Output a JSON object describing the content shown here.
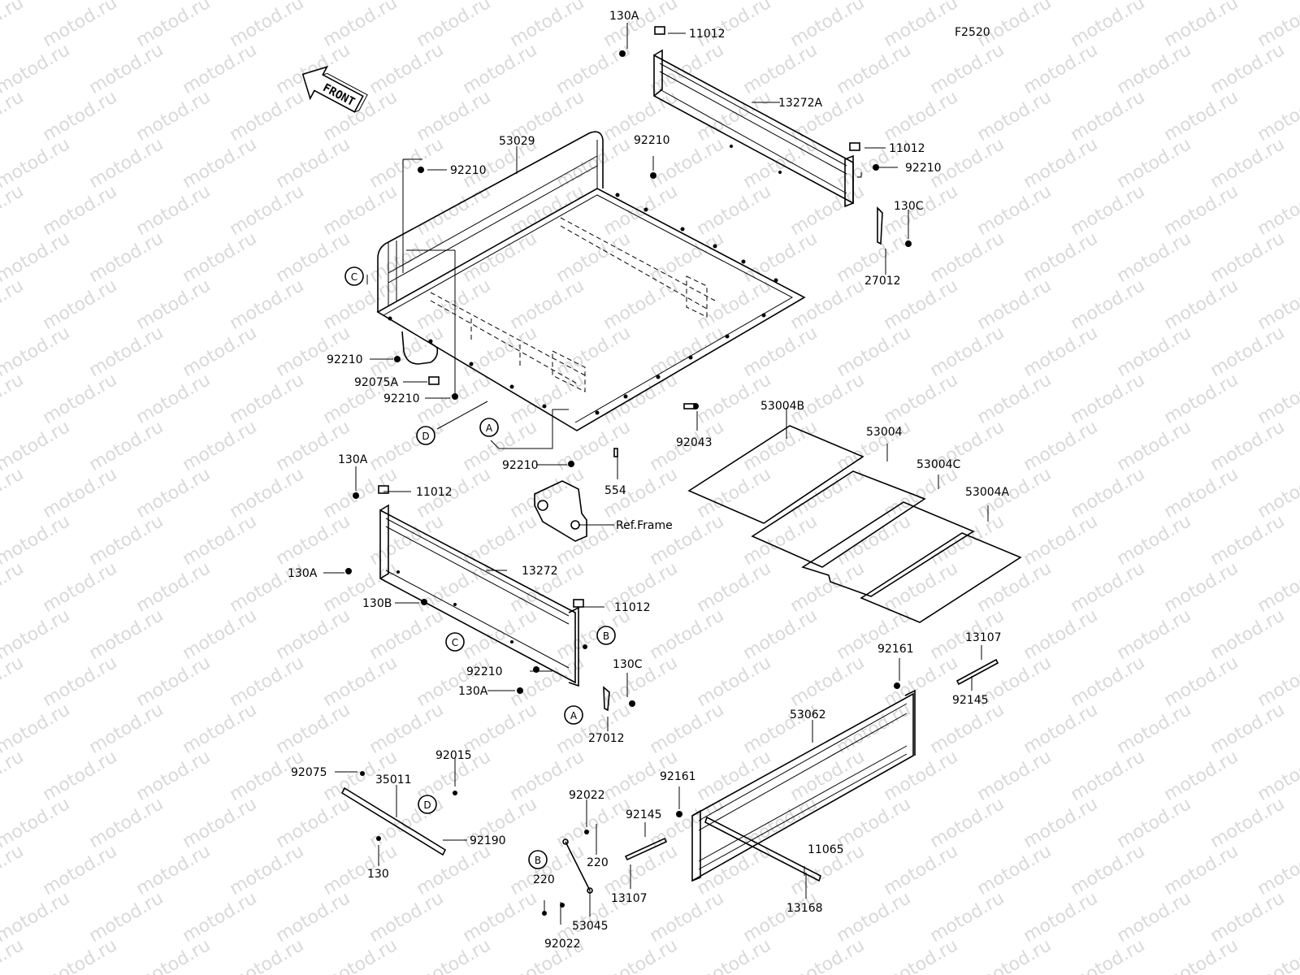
{
  "figure_code": "F2520",
  "front_arrow_label": "FRONT",
  "watermark_text": "motod.ru",
  "reference_letters": {
    "A": "A",
    "B": "B",
    "C": "C",
    "D": "D"
  },
  "labels": {
    "p130A_top": "130A",
    "p11012_top": "11012",
    "p13272A": "13272A",
    "p92210_mid": "92210",
    "p11012_right": "11012",
    "p92210_right": "92210",
    "p130C_right": "130C",
    "p27012_right": "27012",
    "p53029": "53029",
    "p92210_left": "92210",
    "p92210_lower1": "92210",
    "p92075A": "92075A",
    "p92210_lower2": "92210",
    "p92210_lower3": "92210",
    "p92043": "92043",
    "p554": "554",
    "ref_frame": "Ref.Frame",
    "p53004B": "53004B",
    "p53004": "53004",
    "p53004C": "53004C",
    "p53004A": "53004A",
    "p130A_left1": "130A",
    "p11012_left": "11012",
    "p13272": "13272",
    "p130A_left2": "130A",
    "p130B": "130B",
    "p11012_lowright": "11012",
    "p92210_gate": "92210",
    "p130C_lower": "130C",
    "p130A_left3": "130A",
    "p27012_lower": "27012",
    "p13107_right": "13107",
    "p92161_right": "92161",
    "p92145_right": "92145",
    "p53062": "53062",
    "p92075": "92075",
    "p92015": "92015",
    "p35011": "35011",
    "p92190": "92190",
    "p130": "130",
    "p92022_top": "92022",
    "p92161_lower": "92161",
    "p92145_lower": "92145",
    "p220_top": "220",
    "p11065": "11065",
    "p13107_lower": "13107",
    "p220_bottom": "220",
    "p53045": "53045",
    "p13168": "13168",
    "p92022_bottom": "92022"
  }
}
